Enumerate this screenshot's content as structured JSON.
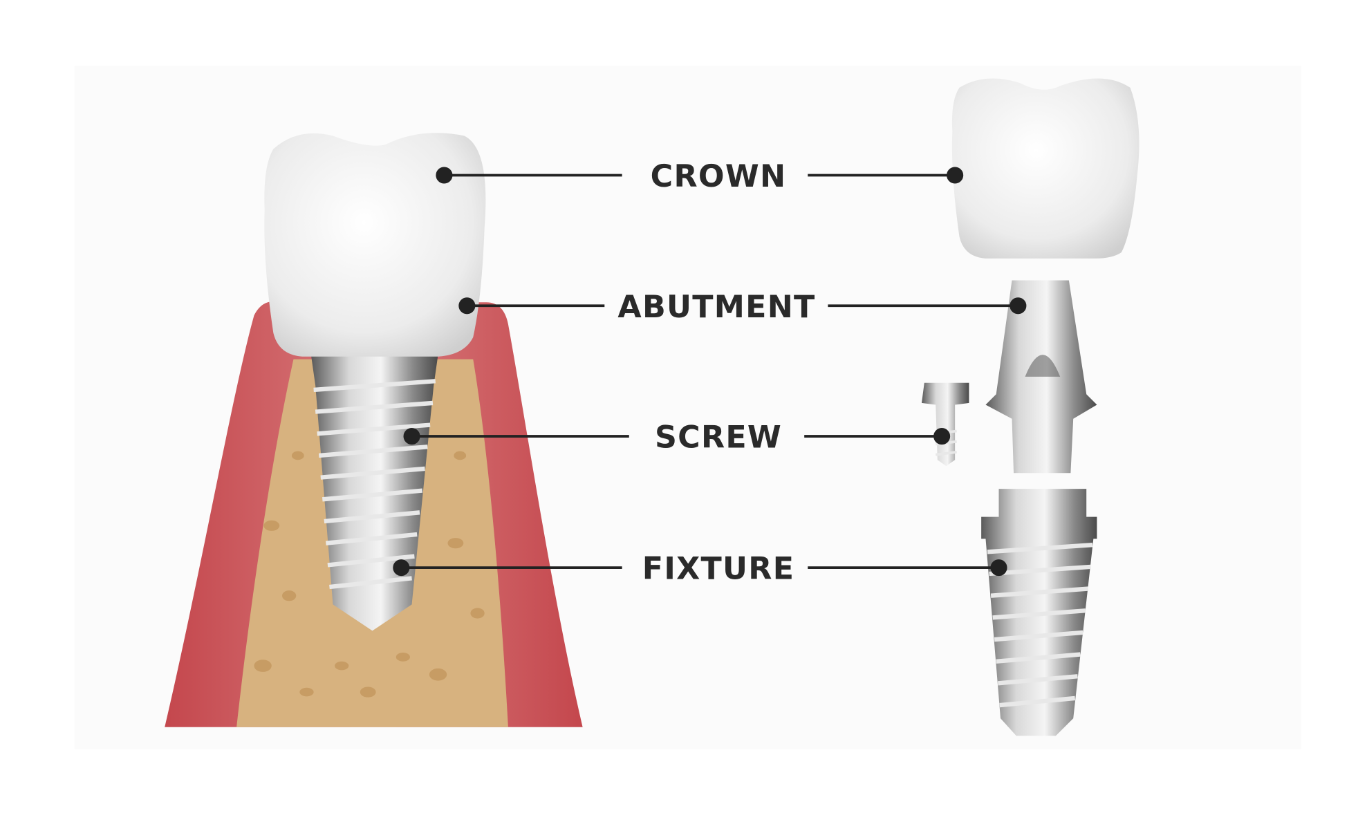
{
  "labels": {
    "crown": "CROWN",
    "abutment": "ABUTMENT",
    "screw": "SCREW",
    "fixture": "FIXTURE"
  },
  "colors": {
    "gum": "#c95a5e",
    "bone": "#d7b27f",
    "tooth": "#f2f2f2",
    "metal": "#9a9a9a",
    "label": "#2a2a2a"
  }
}
